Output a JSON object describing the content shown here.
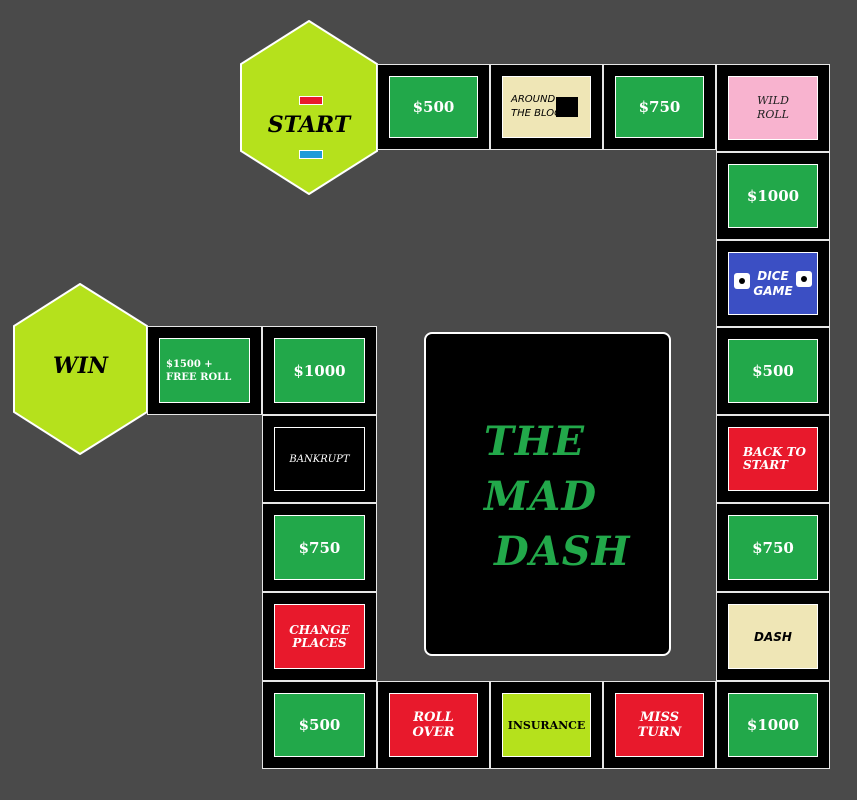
{
  "colors": {
    "background": "#4a4a4a",
    "hex_green": "#b5e11c",
    "money_green": "#22a84a",
    "red": "#e8192c",
    "lime": "#b5e11c",
    "cream": "#efe6b6",
    "pink": "#f8b3cf",
    "blue": "#3b4fc4",
    "title_green": "#22a84a"
  },
  "start": {
    "label": "START",
    "top_marker_color": "#e8192c",
    "bottom_marker_color": "#1e9ad8"
  },
  "win": {
    "label": "WIN"
  },
  "title": {
    "line1": "THE",
    "line2": "MAD",
    "line3": "DASH"
  },
  "spaces": {
    "s1": "$500",
    "s2_line1": "AROUND",
    "s2_line2": "THE BLOCK",
    "s3": "$750",
    "s4_line1": "WILD",
    "s4_line2": "ROLL",
    "s5": "$1000",
    "s6_line1": "DICE",
    "s6_line2": "GAME",
    "s7": "$500",
    "s8_line1": "BACK TO",
    "s8_line2": "START",
    "s9": "$750",
    "s10": "DASH",
    "s11": "$1000",
    "s12_line1": "MISS",
    "s12_line2": "TURN",
    "s13": "INSURANCE",
    "s14_line1": "ROLL",
    "s14_line2": "OVER",
    "s15": "$500",
    "s16_line1": "CHANGE",
    "s16_line2": "PLACES",
    "s17": "$750",
    "s18": "BANKRUPT",
    "s19": "$1000",
    "s20_line1": "$1500 +",
    "s20_line2": "FREE ROLL"
  }
}
